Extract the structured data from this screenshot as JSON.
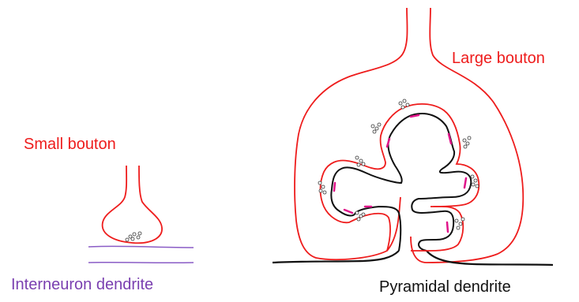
{
  "labels": {
    "small_bouton": "Small bouton",
    "large_bouton": "Large bouton",
    "interneuron_dendrite": "Interneuron dendrite",
    "pyramidal_dendrite": "Pyramidal dendrite"
  },
  "colors": {
    "bouton_outline": "#ee1c1c",
    "interneuron_dendrite": "#8a5cc6",
    "pyramidal_dendrite": "#111111",
    "synapse_marks": "#e0158a",
    "vesicles": "#333333"
  }
}
